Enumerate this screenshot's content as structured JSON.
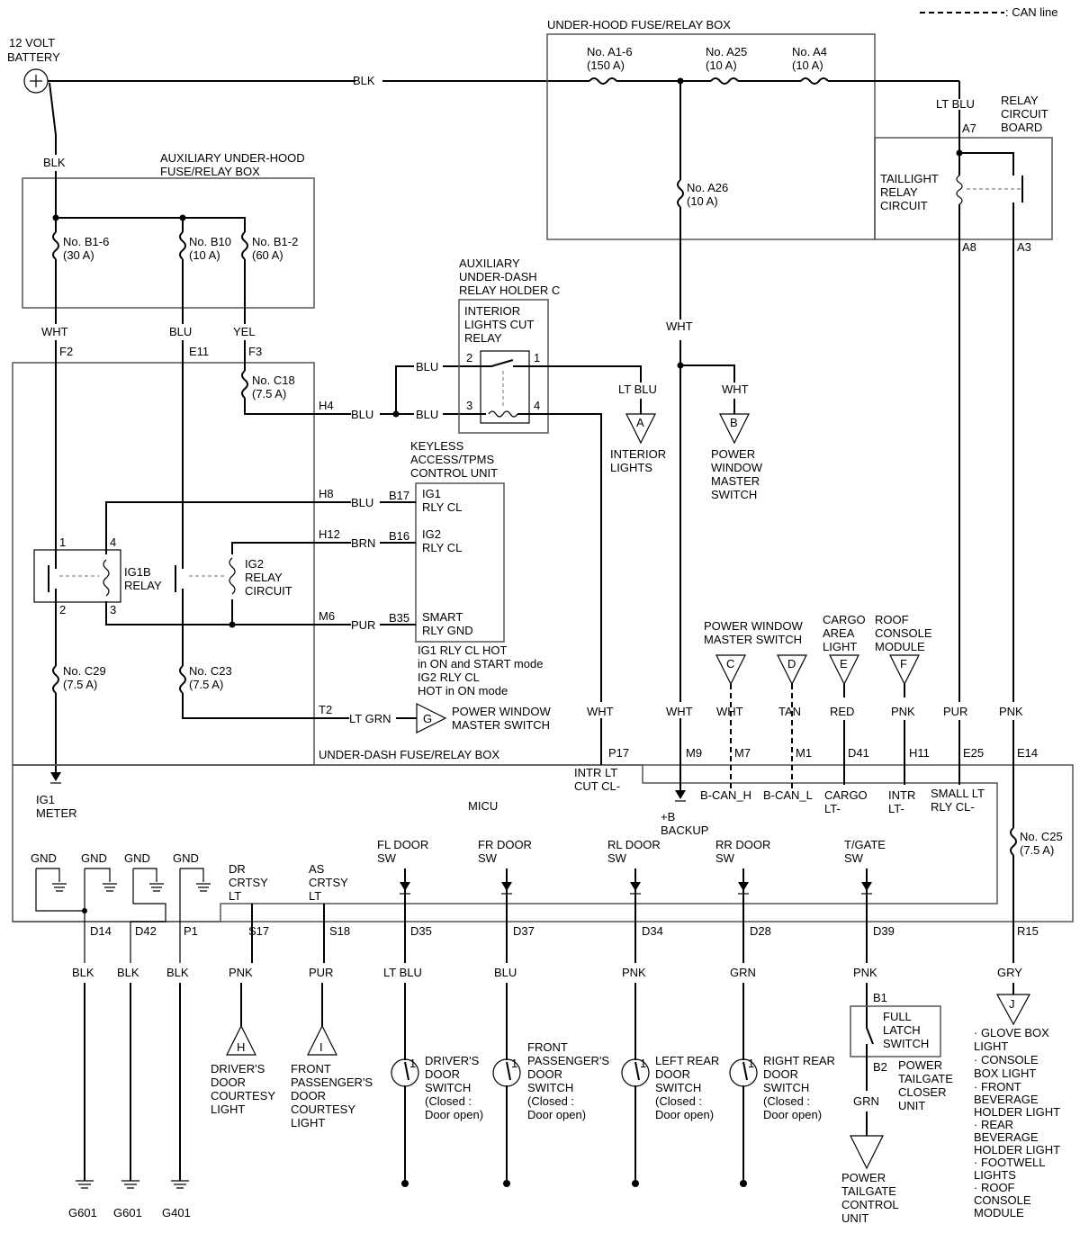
{
  "legend": {
    "can_line": ": CAN line"
  },
  "components": {
    "battery": [
      "12 VOLT",
      "BATTERY"
    ],
    "underhood_box": "UNDER-HOOD FUSE/RELAY BOX",
    "aux_underhood_box": [
      "AUXILIARY UNDER-HOOD",
      "FUSE/RELAY BOX"
    ],
    "aux_underdash": [
      "AUXILIARY",
      "UNDER-DASH",
      "RELAY HOLDER C"
    ],
    "interior_cut_relay": [
      "INTERIOR",
      "LIGHTS CUT",
      "RELAY"
    ],
    "relay_board": [
      "RELAY",
      "CIRCUIT",
      "BOARD"
    ],
    "taillight_relay": [
      "TAILLIGHT",
      "RELAY",
      "CIRCUIT"
    ],
    "keyless": [
      "KEYLESS",
      "ACCESS/TPMS",
      "CONTROL UNIT"
    ],
    "ig1b_relay": [
      "IG1B",
      "RELAY"
    ],
    "ig2_relay": [
      "IG2",
      "RELAY",
      "CIRCUIT"
    ],
    "underdash_box": "UNDER-DASH FUSE/RELAY BOX",
    "micu": "MICU",
    "keyless_note": [
      "IG1 RLY CL HOT",
      "in ON and START mode",
      "IG2 RLY CL",
      "HOT in ON mode"
    ]
  },
  "fuses": {
    "a16": [
      "No. A1-6",
      "(150 A)"
    ],
    "a25": [
      "No. A25",
      "(10 A)"
    ],
    "a4": [
      "No. A4",
      "(10 A)"
    ],
    "a26": [
      "No. A26",
      "(10 A)"
    ],
    "b16": [
      "No. B1-6",
      "(30 A)"
    ],
    "b10": [
      "No. B10",
      "(10 A)"
    ],
    "b12": [
      "No. B1-2",
      "(60 A)"
    ],
    "c18": [
      "No. C18",
      "(7.5 A)"
    ],
    "c29": [
      "No. C29",
      "(7.5 A)"
    ],
    "c23": [
      "No. C23",
      "(7.5 A)"
    ],
    "c25": [
      "No. C25",
      "(7.5 A)"
    ]
  },
  "wire_colors": {
    "blk": "BLK",
    "wht": "WHT",
    "blu": "BLU",
    "yel": "YEL",
    "ltblu": "LT BLU",
    "brn": "BRN",
    "pur": "PUR",
    "ltgrn": "LT GRN",
    "tan": "TAN",
    "red": "RED",
    "pnk": "PNK",
    "grn": "GRN",
    "gry": "GRY"
  },
  "terminals": {
    "F2": "F2",
    "E11": "E11",
    "F3": "F3",
    "H4": "H4",
    "H8": "H8",
    "H12": "H12",
    "M6": "M6",
    "T2": "T2",
    "B17": "B17",
    "B16": "B16",
    "B35": "B35",
    "A7": "A7",
    "A8": "A8",
    "A3": "A3",
    "P17": "P17",
    "M9": "M9",
    "M7": "M7",
    "M1": "M1",
    "D41": "D41",
    "H11": "H11",
    "E25": "E25",
    "E14": "E14",
    "D14": "D14",
    "D42": "D42",
    "P1": "P1",
    "S17": "S17",
    "S18": "S18",
    "D35": "D35",
    "D37": "D37",
    "D34": "D34",
    "D28": "D28",
    "D39": "D39",
    "R15": "R15",
    "B1": "B1",
    "B2": "B2",
    "n1": "1",
    "n2": "2",
    "n3": "3",
    "n4": "4"
  },
  "keyless_pins": {
    "ig1": [
      "IG1",
      "RLY CL"
    ],
    "ig2": [
      "IG2",
      "RLY CL"
    ],
    "smart": [
      "SMART",
      "RLY GND"
    ]
  },
  "micu_pins": {
    "ig1_meter": [
      "IG1",
      "METER"
    ],
    "intr_lt_cut": [
      "INTR LT",
      "CUT CL-"
    ],
    "backup": [
      "+B",
      "BACKUP"
    ],
    "bcan_h": "B-CAN_H",
    "bcan_l": "B-CAN_L",
    "cargo": [
      "CARGO",
      "LT-"
    ],
    "intr": [
      "INTR",
      "LT-"
    ],
    "small": [
      "SMALL LT",
      "RLY CL-"
    ],
    "gnd": "GND",
    "dr_crtsy": [
      "DR",
      "CRTSY",
      "LT"
    ],
    "as_crtsy": [
      "AS",
      "CRTSY",
      "LT"
    ],
    "fl": [
      "FL DOOR",
      "SW"
    ],
    "fr": [
      "FR DOOR",
      "SW"
    ],
    "rl": [
      "RL DOOR",
      "SW"
    ],
    "rr": [
      "RR DOOR",
      "SW"
    ],
    "tgate": [
      "T/GATE",
      "SW"
    ]
  },
  "connectors": {
    "A": {
      "letter": "A",
      "label": [
        "INTERIOR",
        "LIGHTS"
      ]
    },
    "B": {
      "letter": "B",
      "label": [
        "POWER",
        "WINDOW",
        "MASTER",
        "SWITCH"
      ]
    },
    "C": {
      "letter": "C"
    },
    "D": {
      "letter": "D"
    },
    "CD_label": [
      "POWER WINDOW",
      "MASTER SWITCH"
    ],
    "E": {
      "letter": "E",
      "label": [
        "CARGO",
        "AREA",
        "LIGHT"
      ]
    },
    "F": {
      "letter": "F",
      "label": [
        "ROOF",
        "CONSOLE",
        "MODULE"
      ]
    },
    "G": {
      "letter": "G",
      "label": [
        "POWER WINDOW",
        "MASTER SWITCH"
      ]
    },
    "H": {
      "letter": "H",
      "label": [
        "DRIVER'S",
        "DOOR",
        "COURTESY",
        "LIGHT"
      ]
    },
    "I": {
      "letter": "I",
      "label": [
        "FRONT",
        "PASSENGER'S",
        "DOOR",
        "COURTESY",
        "LIGHT"
      ]
    },
    "J": {
      "letter": "J",
      "label": [
        "· GLOVE BOX",
        "LIGHT",
        "· CONSOLE",
        "BOX LIGHT",
        "· FRONT",
        "BEVERAGE",
        "HOLDER LIGHT",
        "· REAR",
        "BEVERAGE",
        "HOLDER LIGHT",
        "· FOOTWELL",
        "LIGHTS",
        "· ROOF",
        "CONSOLE",
        "MODULE"
      ]
    }
  },
  "door_switches": {
    "driver": [
      "DRIVER'S",
      "DOOR",
      "SWITCH",
      "(Closed :",
      "Door open)"
    ],
    "front_pass": [
      "FRONT",
      "PASSENGER'S",
      "DOOR",
      "SWITCH",
      "(Closed :",
      "Door open)"
    ],
    "left_rear": [
      "LEFT REAR",
      "DOOR",
      "SWITCH",
      "(Closed :",
      "Door open)"
    ],
    "right_rear": [
      "RIGHT REAR",
      "DOOR",
      "SWITCH",
      "(Closed :",
      "Door open)"
    ],
    "pin": "1"
  },
  "tailgate": {
    "latch": [
      "FULL",
      "LATCH",
      "SWITCH"
    ],
    "closer": [
      "POWER",
      "TAILGATE",
      "CLOSER",
      "UNIT"
    ],
    "control": [
      "POWER",
      "TAILGATE",
      "CONTROL",
      "UNIT"
    ]
  },
  "grounds": [
    "G601",
    "G601",
    "G401"
  ]
}
